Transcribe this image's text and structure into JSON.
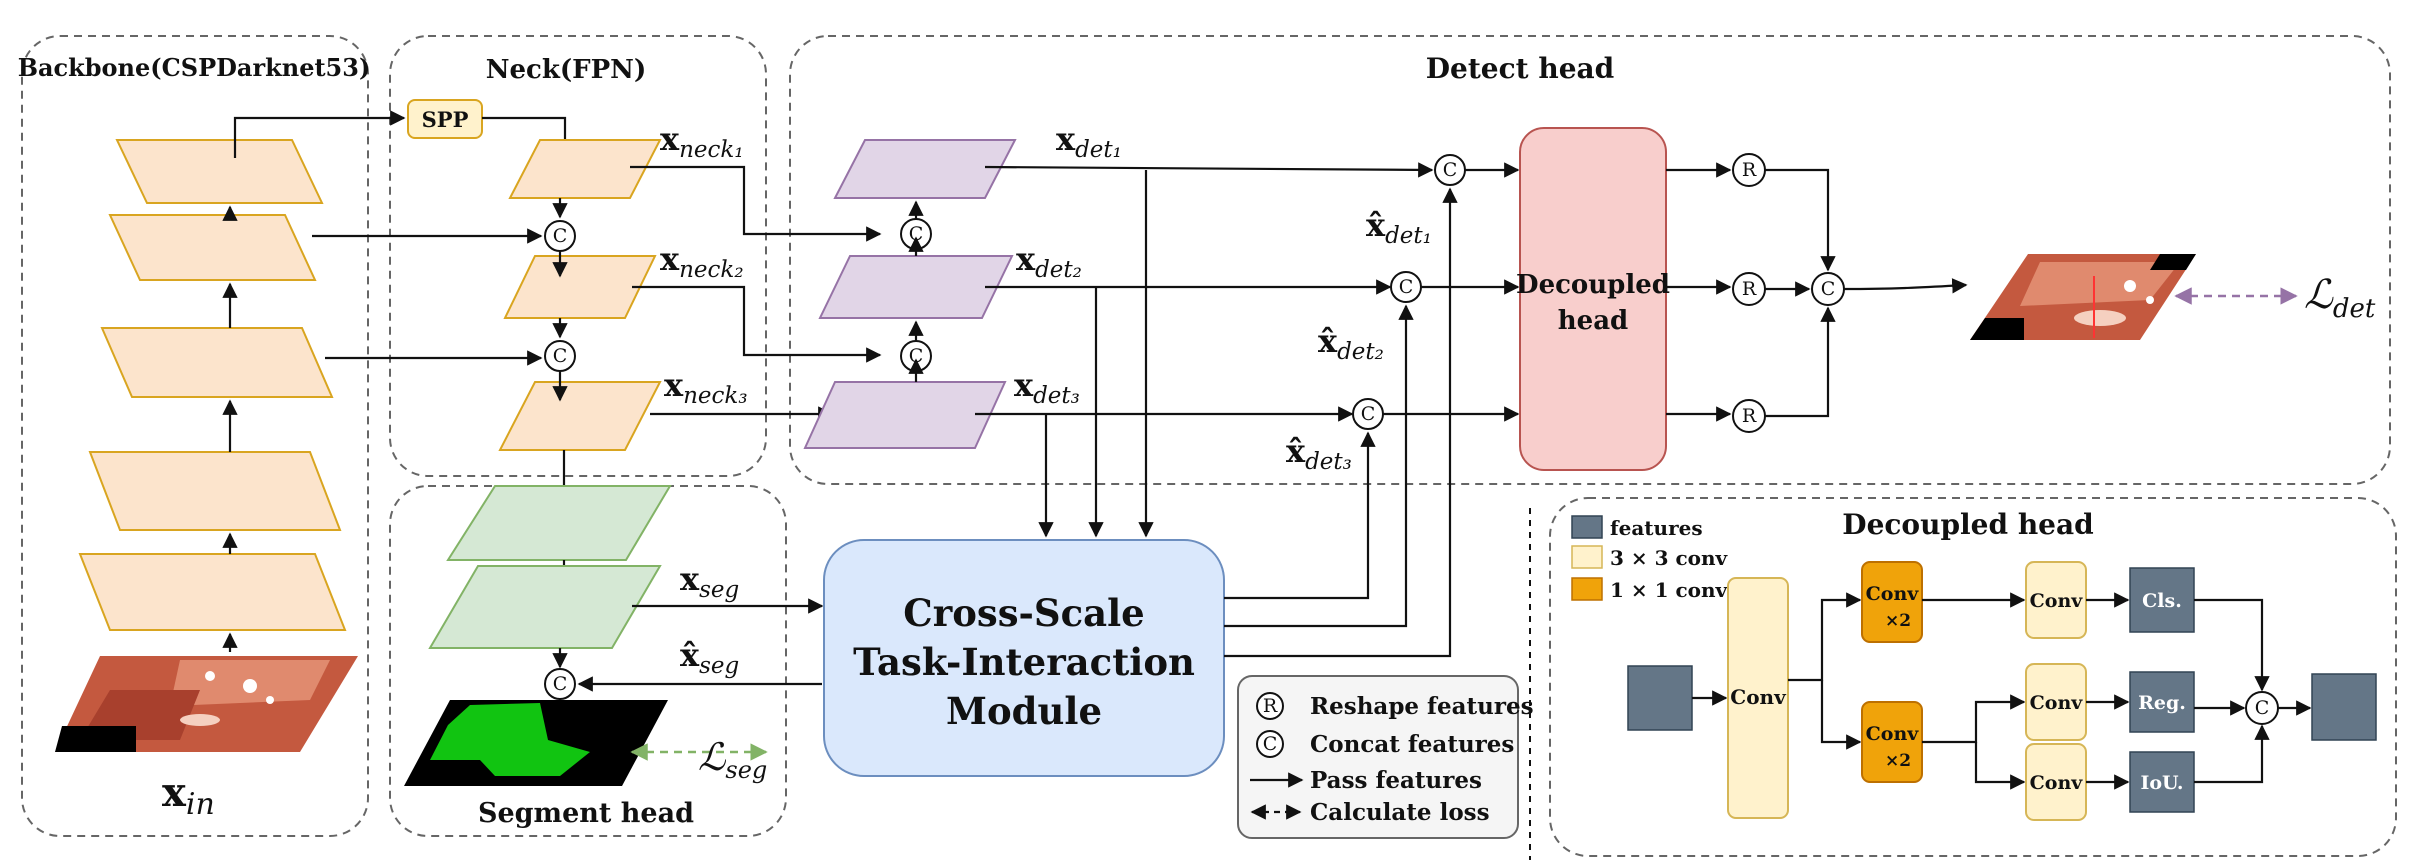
{
  "sections": {
    "backbone": "Backbone(CSPDarknet53)",
    "neck": "Neck(FPN)",
    "detect": "Detect head",
    "segment": "Segment head",
    "decoupled_panel": "Decoupled head"
  },
  "labels": {
    "spp": "SPP",
    "x_in": "x",
    "x_in_sub": "in",
    "x": "x",
    "neck1": "neck₁",
    "neck2": "neck₂",
    "neck3": "neck₃",
    "det1": "det₁",
    "det2": "det₂",
    "det3": "det₃",
    "xhat": "x̂",
    "seg": "seg",
    "L": "ℒ",
    "det": "det",
    "decoupled_head_l1": "Decoupled",
    "decoupled_head_l2": "head",
    "module_l1": "Cross-Scale",
    "module_l2": "Task-Interaction",
    "module_l3": "Module",
    "concat": "C",
    "reshape": "R"
  },
  "legend": {
    "reshape": "Reshape features",
    "concat": "Concat features",
    "pass": "Pass features",
    "loss": "Calculate loss"
  },
  "decoupled": {
    "legend_features": "features",
    "legend_3x3": "3 × 3 conv",
    "legend_1x1": "1 × 1 conv",
    "conv": "Conv",
    "x2": "×2",
    "cls": "Cls.",
    "reg": "Reg.",
    "iou": "IoU."
  },
  "colors": {
    "orange_fill": "#fce4cc",
    "green_fill": "#d5e8d4",
    "purple_fill": "#e1d5e7",
    "decoupled_fill": "#f8cecc",
    "module_fill": "#dae8fc",
    "feature_fill": "#647687",
    "conv3_fill": "#fff2cc",
    "conv1_fill": "#f0a30a"
  }
}
